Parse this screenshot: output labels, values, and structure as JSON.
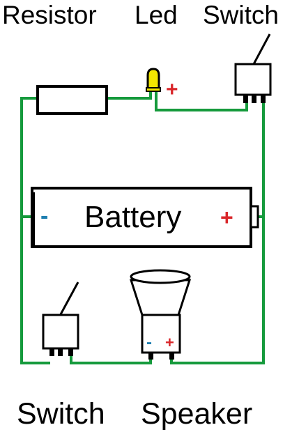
{
  "labels": {
    "resistor": "Resistor",
    "led": "Led",
    "switch_top": "Switch",
    "battery": "Battery",
    "switch_bottom": "Switch",
    "speaker": "Speaker"
  },
  "signs": {
    "led_plus": "+",
    "battery_minus": "-",
    "battery_plus": "+",
    "speaker_minus": "-",
    "speaker_plus": "+"
  },
  "colors": {
    "wire": "#159a3c",
    "plus": "#d9262a",
    "minus": "#1e7fb0",
    "led_body": "#f2e600",
    "led_outline": "#000000",
    "component_fill": "#ffffff",
    "component_outline": "#000000"
  }
}
